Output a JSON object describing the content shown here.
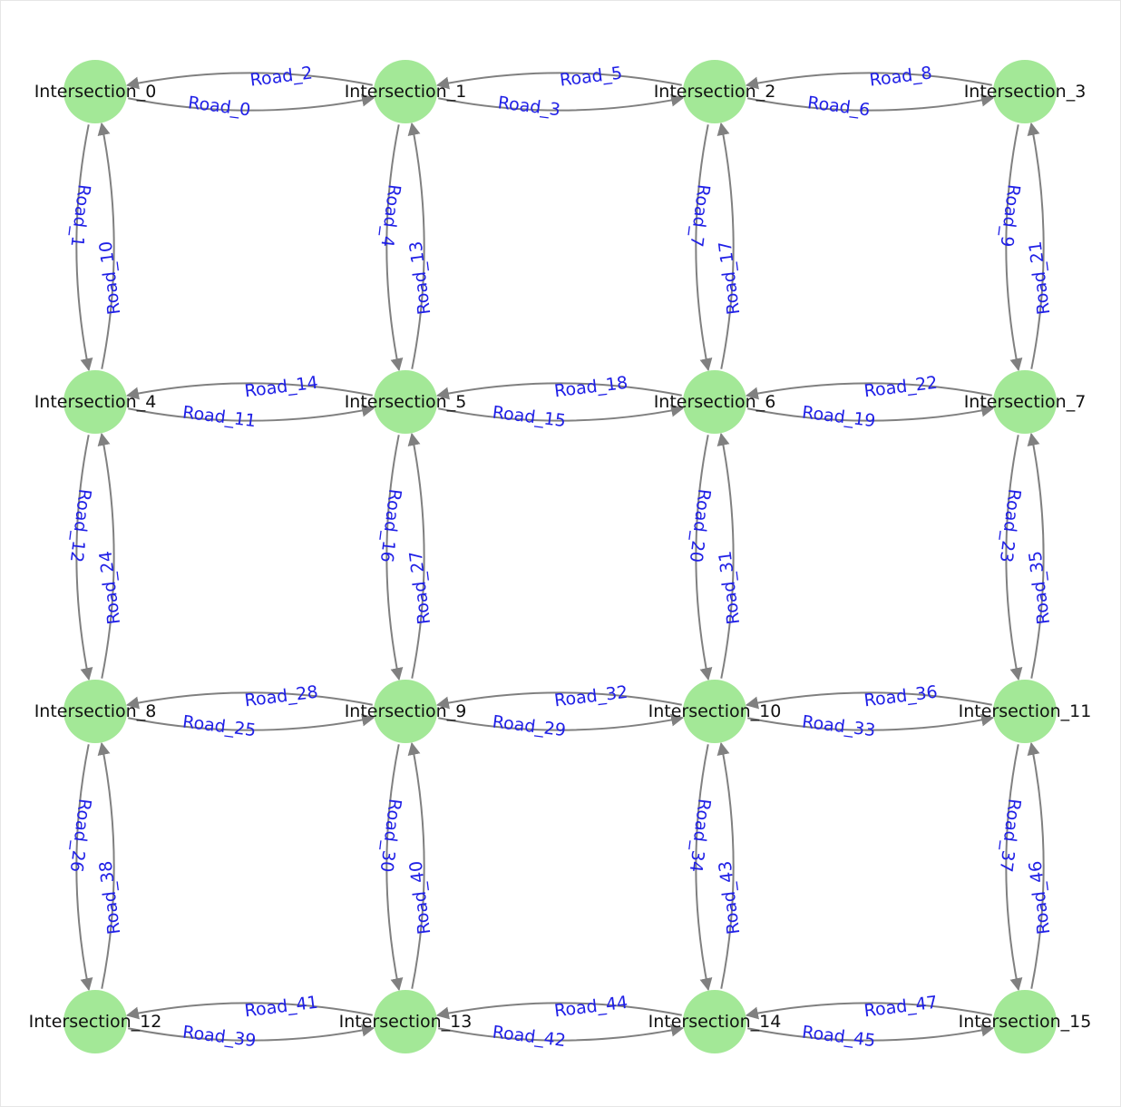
{
  "colors": {
    "node": "#a3e897",
    "edge": "#808080",
    "edge_label": "#1f1fe6",
    "node_label": "#111111"
  },
  "nodes": [
    {
      "id": 0,
      "label": "Intersection_0"
    },
    {
      "id": 1,
      "label": "Intersection_1"
    },
    {
      "id": 2,
      "label": "Intersection_2"
    },
    {
      "id": 3,
      "label": "Intersection_3"
    },
    {
      "id": 4,
      "label": "Intersection_4"
    },
    {
      "id": 5,
      "label": "Intersection_5"
    },
    {
      "id": 6,
      "label": "Intersection_6"
    },
    {
      "id": 7,
      "label": "Intersection_7"
    },
    {
      "id": 8,
      "label": "Intersection_8"
    },
    {
      "id": 9,
      "label": "Intersection_9"
    },
    {
      "id": 10,
      "label": "Intersection_10"
    },
    {
      "id": 11,
      "label": "Intersection_11"
    },
    {
      "id": 12,
      "label": "Intersection_12"
    },
    {
      "id": 13,
      "label": "Intersection_13"
    },
    {
      "id": 14,
      "label": "Intersection_14"
    },
    {
      "id": 15,
      "label": "Intersection_15"
    }
  ],
  "edges": [
    {
      "label": "Road_0",
      "from": 0,
      "to": 1
    },
    {
      "label": "Road_1",
      "from": 0,
      "to": 4
    },
    {
      "label": "Road_2",
      "from": 1,
      "to": 0
    },
    {
      "label": "Road_3",
      "from": 1,
      "to": 2
    },
    {
      "label": "Road_4",
      "from": 1,
      "to": 5
    },
    {
      "label": "Road_5",
      "from": 2,
      "to": 1
    },
    {
      "label": "Road_6",
      "from": 2,
      "to": 3
    },
    {
      "label": "Road_7",
      "from": 2,
      "to": 6
    },
    {
      "label": "Road_8",
      "from": 3,
      "to": 2
    },
    {
      "label": "Road_9",
      "from": 3,
      "to": 7
    },
    {
      "label": "Road_10",
      "from": 4,
      "to": 0
    },
    {
      "label": "Road_11",
      "from": 4,
      "to": 5
    },
    {
      "label": "Road_12",
      "from": 4,
      "to": 8
    },
    {
      "label": "Road_13",
      "from": 5,
      "to": 1
    },
    {
      "label": "Road_14",
      "from": 5,
      "to": 4
    },
    {
      "label": "Road_15",
      "from": 5,
      "to": 6
    },
    {
      "label": "Road_16",
      "from": 5,
      "to": 9
    },
    {
      "label": "Road_17",
      "from": 6,
      "to": 2
    },
    {
      "label": "Road_18",
      "from": 6,
      "to": 5
    },
    {
      "label": "Road_19",
      "from": 6,
      "to": 7
    },
    {
      "label": "Road_20",
      "from": 6,
      "to": 10
    },
    {
      "label": "Road_21",
      "from": 7,
      "to": 3
    },
    {
      "label": "Road_22",
      "from": 7,
      "to": 6
    },
    {
      "label": "Road_23",
      "from": 7,
      "to": 11
    },
    {
      "label": "Road_24",
      "from": 8,
      "to": 4
    },
    {
      "label": "Road_25",
      "from": 8,
      "to": 9
    },
    {
      "label": "Road_26",
      "from": 8,
      "to": 12
    },
    {
      "label": "Road_27",
      "from": 9,
      "to": 5
    },
    {
      "label": "Road_28",
      "from": 9,
      "to": 8
    },
    {
      "label": "Road_29",
      "from": 9,
      "to": 10
    },
    {
      "label": "Road_30",
      "from": 9,
      "to": 13
    },
    {
      "label": "Road_31",
      "from": 10,
      "to": 6
    },
    {
      "label": "Road_32",
      "from": 10,
      "to": 9
    },
    {
      "label": "Road_33",
      "from": 10,
      "to": 11
    },
    {
      "label": "Road_34",
      "from": 10,
      "to": 14
    },
    {
      "label": "Road_35",
      "from": 11,
      "to": 7
    },
    {
      "label": "Road_36",
      "from": 11,
      "to": 10
    },
    {
      "label": "Road_37",
      "from": 11,
      "to": 15
    },
    {
      "label": "Road_38",
      "from": 12,
      "to": 8
    },
    {
      "label": "Road_39",
      "from": 12,
      "to": 13
    },
    {
      "label": "Road_40",
      "from": 13,
      "to": 9
    },
    {
      "label": "Road_41",
      "from": 13,
      "to": 12
    },
    {
      "label": "Road_42",
      "from": 13,
      "to": 14
    },
    {
      "label": "Road_43",
      "from": 14,
      "to": 10
    },
    {
      "label": "Road_44",
      "from": 14,
      "to": 13
    },
    {
      "label": "Road_45",
      "from": 14,
      "to": 15
    },
    {
      "label": "Road_46",
      "from": 15,
      "to": 11
    },
    {
      "label": "Road_47",
      "from": 15,
      "to": 14
    }
  ]
}
